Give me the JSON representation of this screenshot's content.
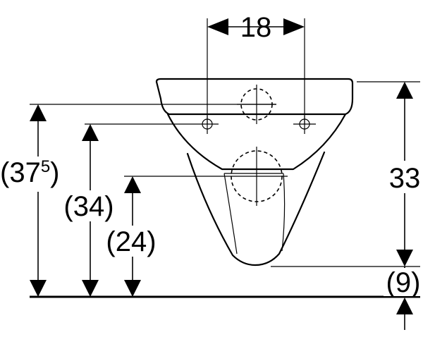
{
  "dimensions": {
    "width_top": "18",
    "height_rim": "33",
    "height_floor_gap": "(9)",
    "height_total_prefix": "(37",
    "height_total_sup": "5",
    "height_total_suffix": ")",
    "height_fix_upper": "(34)",
    "height_fix_lower": "(24)"
  }
}
